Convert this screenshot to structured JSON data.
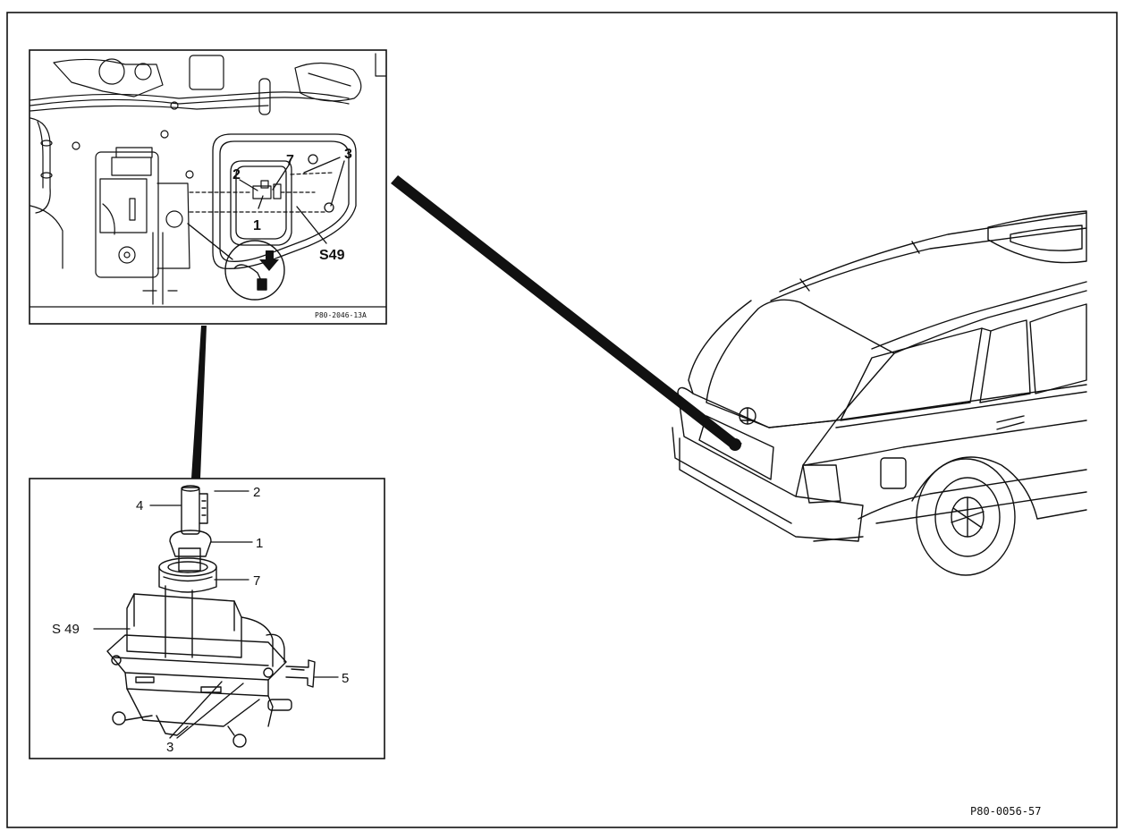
{
  "document": {
    "figure_code": "P80-0056-57"
  },
  "top_panel": {
    "code": "P80-2046-13A",
    "labels": {
      "l2": "2",
      "l7": "7",
      "l1": "1",
      "l3": "3",
      "ls49": "S49"
    }
  },
  "bottom_panel": {
    "labels": {
      "l2": "2",
      "l4": "4",
      "l1": "1",
      "l7": "7",
      "ls49": "S 49",
      "l5": "5",
      "l3": "3"
    }
  },
  "car": {
    "icon": "station-wagon-rear-view"
  }
}
